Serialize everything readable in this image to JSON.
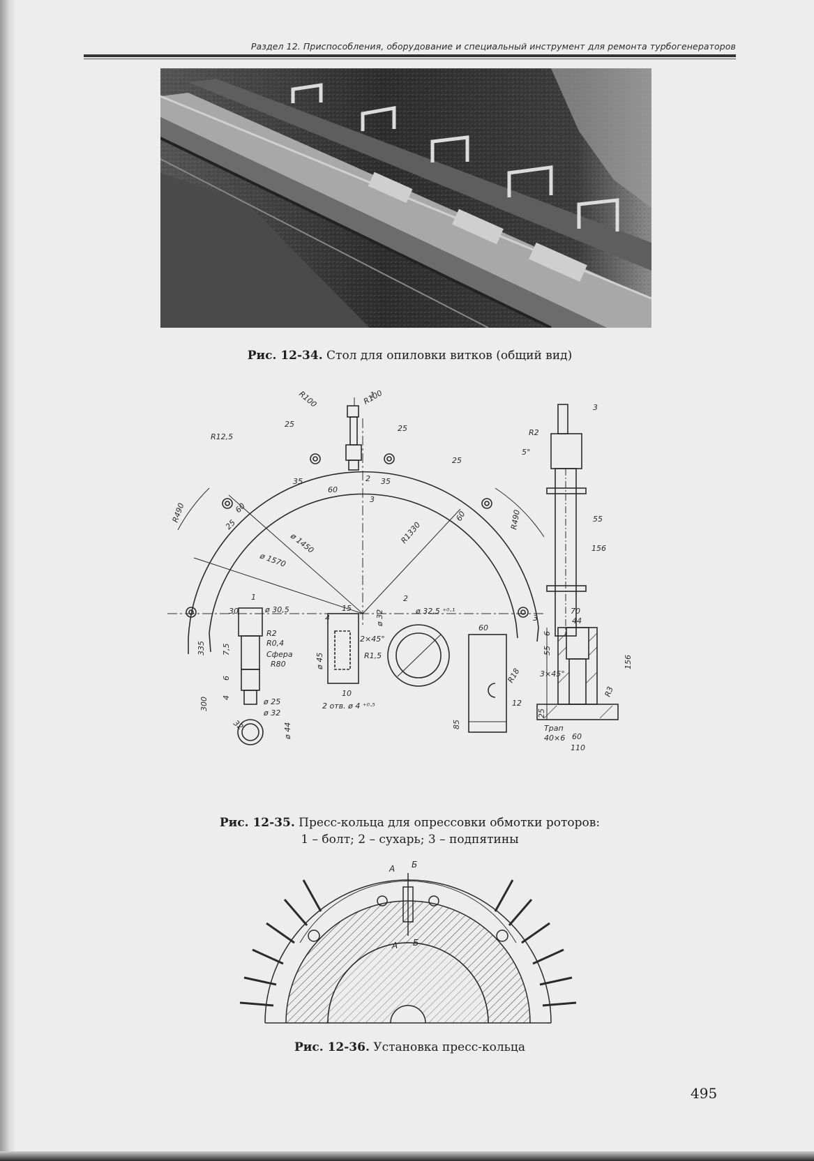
{
  "running_head": "Раздел 12. Приспособления, оборудование и специальный инструмент для ремонта турбогенераторов",
  "figures": [
    {
      "number": "Рис. 12-34.",
      "caption": "Стол для опиловки витков (общий вид)"
    },
    {
      "number": "Рис. 12-35.",
      "caption": "Пресс-кольца для опрессовки обмотки роторов:",
      "caption_line2": "1 – болт; 2 – сухарь; 3 – подпятины"
    },
    {
      "number": "Рис. 12-36.",
      "caption": "Установка пресс-кольца"
    }
  ],
  "drawing_labels": {
    "r100_left": "R100",
    "r100_right": "R100",
    "dim_25_a": "25",
    "dim_25_b": "25",
    "dim_25_c": "25",
    "r12_5": "R12,5",
    "dim_35_a": "35",
    "dim_35_b": "35",
    "dim_60_top": "60",
    "callout_1": "1",
    "callout_2": "2",
    "callout_3": "3",
    "r490_left": "R490",
    "r490_right": "R490",
    "d1450": "ø 1450",
    "d1570": "ø 1570",
    "r1330": "R1330",
    "dim_60_left": "60",
    "dim_25_left": "25",
    "dim_60_right": "60",
    "side_callout_3": "3",
    "side_r2": "R2",
    "side_5deg": "5°",
    "side_55": "55",
    "side_156": "156",
    "section_1": "1",
    "d30_5": "ø 30,5",
    "dim_30": "30",
    "r2_bolt": "R2",
    "r0_4": "R0,4",
    "sphere": "Сфера",
    "r80": "R80",
    "dim_335": "335",
    "dim_7_5": "7,5",
    "dim_6": "6",
    "dim_4": "4",
    "dim_300": "300",
    "d25": "ø 25",
    "d32_bolt": "ø 32",
    "dim_32": "32",
    "d44": "ø 44",
    "dim_15": "15",
    "dim_4b": "4",
    "d45": "ø 45",
    "chamfer_2x45": "2×45°",
    "r1_5": "R1,5",
    "dim_10": "10",
    "holes": "2 отв. ø 4 ⁺⁰·⁵",
    "section_2": "2",
    "d32_5": "ø 32,5 ⁺⁰·¹",
    "d32": "ø 32",
    "dim_60b": "60",
    "r18": "R18",
    "dim_12": "12",
    "dim_85": "85",
    "section_3": "3",
    "dim_70": "70",
    "dim_44": "44",
    "dim_6b": "6",
    "dim_55b": "55",
    "chamfer_3x45": "3×45°",
    "dim_156b": "156",
    "r3": "R3",
    "dim_25d": "25",
    "tr": "Трап",
    "tr_size": "40×6",
    "dim_60c": "60",
    "dim_110": "110"
  },
  "assembly_labels": {
    "a_top": "А",
    "b_top": "Б",
    "a_mid": "А",
    "b_mid": "Б"
  },
  "page_number": "495"
}
